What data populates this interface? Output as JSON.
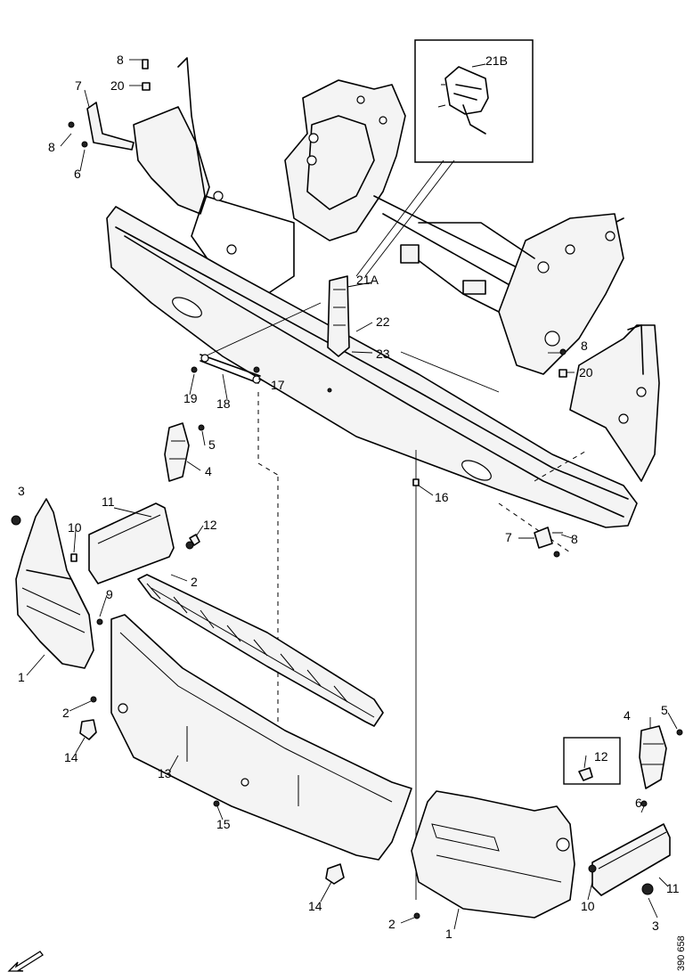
{
  "figure_ref": "390 658",
  "callouts": {
    "c1_left": "1",
    "c1_right": "1",
    "c2_a": "2",
    "c2_b": "2",
    "c2_c": "2",
    "c3_left": "3",
    "c3_right": "3",
    "c4_left": "4",
    "c4_right": "4",
    "c5_left": "5",
    "c5_right": "5",
    "c6_left": "6",
    "c6_right": "6",
    "c7_top": "7",
    "c7_right": "7",
    "c8_top": "8",
    "c8_left": "8",
    "c8_mid": "8",
    "c8_right": "8",
    "c9": "9",
    "c10_left": "10",
    "c10_right": "10",
    "c11_left": "11",
    "c11_right": "11",
    "c12_left": "12",
    "c12_box": "12",
    "c13": "13",
    "c14_left": "14",
    "c14_mid": "14",
    "c15": "15",
    "c16": "16",
    "c17": "17",
    "c18": "18",
    "c19": "19",
    "c20_top": "20",
    "c20_right": "20",
    "c21a": "21A",
    "c21b": "21B",
    "c22": "22",
    "c23": "23"
  }
}
